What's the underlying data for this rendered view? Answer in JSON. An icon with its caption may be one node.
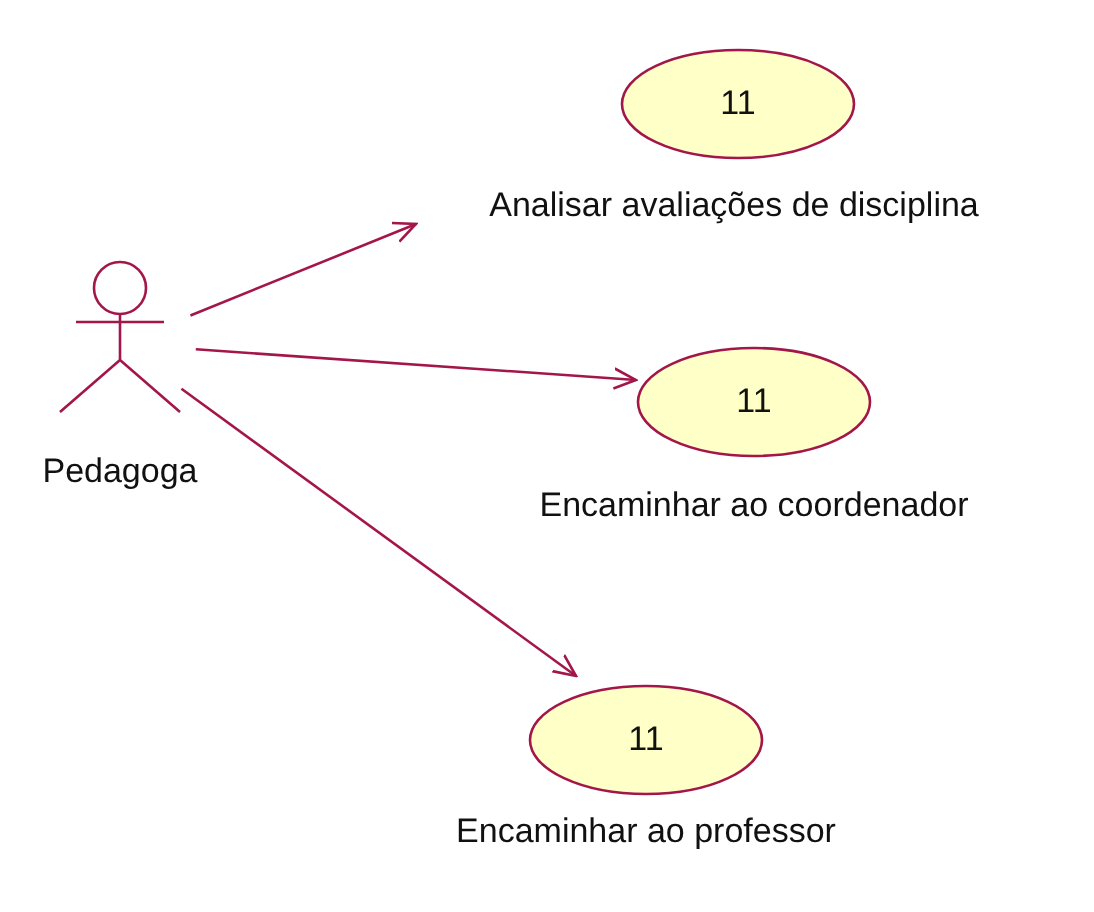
{
  "diagram": {
    "nodes": [
      {
        "text": [
          "Pedagoga"
        ]
      },
      {
        "text": [
          "11",
          "Analisar avaliações de disciplina"
        ]
      },
      {
        "text": [
          "11",
          "Encaminhar ao coordenador"
        ]
      },
      {
        "text": [
          "11",
          "Encaminhar ao professor"
        ]
      }
    ],
    "edges": [
      {
        "from": 0,
        "to": 1,
        "arrow": "to"
      },
      {
        "from": 0,
        "to": 2,
        "arrow": "to"
      },
      {
        "from": 0,
        "to": 3,
        "arrow": "to"
      }
    ]
  }
}
